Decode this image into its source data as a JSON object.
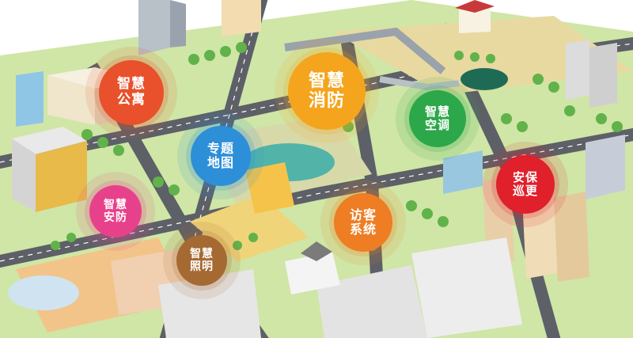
{
  "map": {
    "badges": [
      {
        "id": "apartment",
        "lines": [
          "智慧",
          "公寓"
        ],
        "color": "#e8512b"
      },
      {
        "id": "fire",
        "lines": [
          "智慧",
          "消防"
        ],
        "color": "#f4a51d"
      },
      {
        "id": "aircon",
        "lines": [
          "智慧",
          "空调"
        ],
        "color": "#2ca84a"
      },
      {
        "id": "thematic-map",
        "lines": [
          "专题",
          "地图"
        ],
        "color": "#2e8fd8"
      },
      {
        "id": "patrol",
        "lines": [
          "安保",
          "巡更"
        ],
        "color": "#e0212b"
      },
      {
        "id": "security",
        "lines": [
          "智慧",
          "安防"
        ],
        "color": "#e8418c"
      },
      {
        "id": "visitor",
        "lines": [
          "访客",
          "系统"
        ],
        "color": "#ee7d23"
      },
      {
        "id": "lighting",
        "lines": [
          "智慧",
          "照明"
        ],
        "color": "#a66a32"
      }
    ]
  }
}
